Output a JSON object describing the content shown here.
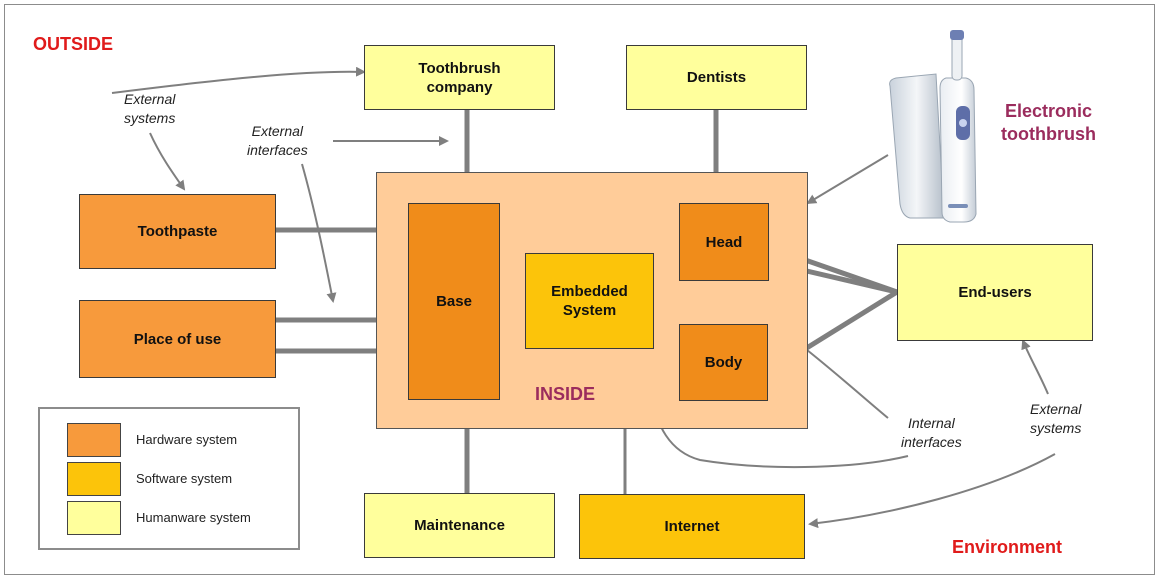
{
  "colors": {
    "hardware": "#f79a3c",
    "software": "#fcc40a",
    "humanware": "#ffff9c",
    "inside_region": "#ffcc99",
    "label_red": "#e01b1b",
    "label_purple": "#9b2c5d",
    "arrow": "#7f7f7f"
  },
  "labels": {
    "outside": "OUTSIDE",
    "inside": "INSIDE",
    "environment": "Environment",
    "electronic_toothbrush": "Electronic\ntoothbrush",
    "external_systems_top": "External\nsystems",
    "external_interfaces": "External\ninterfaces",
    "internal_interfaces": "Internal\ninterfaces",
    "external_systems_right": "External\nsystems"
  },
  "nodes": {
    "toothbrush_company": "Toothbrush\ncompany",
    "dentists": "Dentists",
    "toothpaste": "Toothpaste",
    "place_of_use": "Place of use",
    "base": "Base",
    "embedded_system": "Embedded\nSystem",
    "head": "Head",
    "body": "Body",
    "end_users": "End-users",
    "maintenance": "Maintenance",
    "internet": "Internet"
  },
  "legend": {
    "hardware": "Hardware system",
    "software": "Software system",
    "humanware": "Humanware system"
  },
  "image": {
    "toothbrush_photo": "electronic-toothbrush-photo"
  }
}
